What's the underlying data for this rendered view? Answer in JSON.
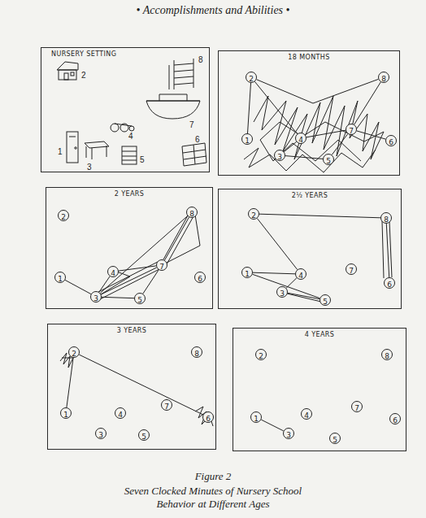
{
  "diagram": {
    "title": "• Accomplishments and Abilities •",
    "caption": "Seven Clocked Minutes of Nursery School Behavior at Different Ages",
    "nodes": [
      {
        "text": [
          "NURSERY SETTING"
        ]
      },
      {
        "text": [
          "18 MONTHS"
        ]
      },
      {
        "text": [
          "1"
        ],
        "in": 1
      },
      {
        "text": [
          "2"
        ],
        "in": 1
      },
      {
        "text": [
          "3"
        ],
        "in": 1
      },
      {
        "text": [
          "4"
        ],
        "in": 1
      },
      {
        "text": [
          "5"
        ],
        "in": 1
      },
      {
        "text": [
          "6"
        ],
        "in": 1
      },
      {
        "text": [
          "7"
        ],
        "in": 1
      },
      {
        "text": [
          "8"
        ],
        "in": 1
      },
      {
        "text": [
          "2 YEARS"
        ]
      },
      {
        "text": [
          "1"
        ],
        "in": 10
      },
      {
        "text": [
          "2"
        ],
        "in": 10
      },
      {
        "text": [
          "3"
        ],
        "in": 10
      },
      {
        "text": [
          "4"
        ],
        "in": 10
      },
      {
        "text": [
          "5"
        ],
        "in": 10
      },
      {
        "text": [
          "6"
        ],
        "in": 10
      },
      {
        "text": [
          "7"
        ],
        "in": 10
      },
      {
        "text": [
          "8"
        ],
        "in": 10
      },
      {
        "text": [
          "2½ YEARS"
        ]
      },
      {
        "text": [
          "1"
        ],
        "in": 19
      },
      {
        "text": [
          "2"
        ],
        "in": 19
      },
      {
        "text": [
          "3"
        ],
        "in": 19
      },
      {
        "text": [
          "4"
        ],
        "in": 19
      },
      {
        "text": [
          "5"
        ],
        "in": 19
      },
      {
        "text": [
          "6"
        ],
        "in": 19
      },
      {
        "text": [
          "7"
        ],
        "in": 19
      },
      {
        "text": [
          "8"
        ],
        "in": 19
      },
      {
        "text": [
          "3 YEARS"
        ]
      },
      {
        "text": [
          "1"
        ],
        "in": 28
      },
      {
        "text": [
          "2"
        ],
        "in": 28
      },
      {
        "text": [
          "3"
        ],
        "in": 28
      },
      {
        "text": [
          "4"
        ],
        "in": 28
      },
      {
        "text": [
          "5"
        ],
        "in": 28
      },
      {
        "text": [
          "6"
        ],
        "in": 28
      },
      {
        "text": [
          "7"
        ],
        "in": 28
      },
      {
        "text": [
          "8"
        ],
        "in": 28
      },
      {
        "text": [
          "4 YEARS"
        ]
      },
      {
        "text": [
          "1"
        ],
        "in": 37
      },
      {
        "text": [
          "2"
        ],
        "in": 37
      },
      {
        "text": [
          "3"
        ],
        "in": 37
      },
      {
        "text": [
          "4"
        ],
        "in": 37
      },
      {
        "text": [
          "5"
        ],
        "in": 37
      },
      {
        "text": [
          "6"
        ],
        "in": 37
      },
      {
        "text": [
          "7"
        ],
        "in": 37
      },
      {
        "text": [
          "8"
        ],
        "in": 37
      }
    ],
    "edges": [
      {
        "from": 3,
        "to": 2,
        "arrow": "none"
      },
      {
        "from": 3,
        "to": 5,
        "arrow": "none"
      },
      {
        "from": 3,
        "to": 9,
        "arrow": "none"
      },
      {
        "from": 9,
        "to": 8,
        "arrow": "none"
      },
      {
        "from": 5,
        "to": 8,
        "arrow": "none"
      },
      {
        "from": 4,
        "to": 5,
        "arrow": "none"
      },
      {
        "from": 4,
        "to": 6,
        "arrow": "none"
      },
      {
        "from": 8,
        "to": 7,
        "arrow": "none"
      },
      {
        "from": 8,
        "to": 6,
        "arrow": "none"
      },
      {
        "from": 11,
        "to": 13,
        "arrow": "none"
      },
      {
        "from": 13,
        "to": 14,
        "arrow": "none"
      },
      {
        "from": 14,
        "to": 17,
        "arrow": "none"
      },
      {
        "from": 13,
        "to": 17,
        "arrow": "none"
      },
      {
        "from": 17,
        "to": 18,
        "arrow": "none"
      },
      {
        "from": 13,
        "to": 18,
        "arrow": "none"
      },
      {
        "from": 13,
        "to": 15,
        "arrow": "none"
      },
      {
        "from": 15,
        "to": 17,
        "arrow": "none"
      },
      {
        "from": 20,
        "to": 23,
        "arrow": "none"
      },
      {
        "from": 21,
        "to": 23,
        "arrow": "none"
      },
      {
        "from": 23,
        "to": 22,
        "arrow": "none"
      },
      {
        "from": 22,
        "to": 24,
        "arrow": "none"
      },
      {
        "from": 20,
        "to": 24,
        "arrow": "none"
      },
      {
        "from": 21,
        "to": 27,
        "arrow": "none"
      },
      {
        "from": 27,
        "to": 25,
        "arrow": "none"
      },
      {
        "from": 29,
        "to": 30,
        "arrow": "none"
      },
      {
        "from": 30,
        "to": 34,
        "arrow": "none"
      },
      {
        "from": 38,
        "to": 40,
        "arrow": "none"
      }
    ],
    "labels": [
      "2",
      "8",
      "7",
      "4",
      "1",
      "3",
      "5",
      "6",
      "Figure 2"
    ]
  }
}
